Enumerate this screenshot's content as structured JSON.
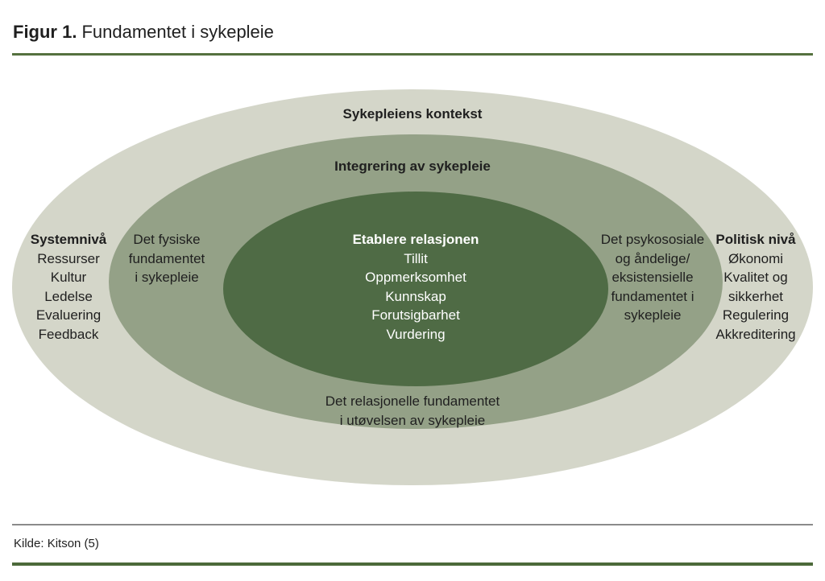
{
  "title": {
    "prefix": "Figur 1.",
    "rest": "Fundamentet i sykepleie"
  },
  "diagram": {
    "outer_label": "Sykepleiens kontekst",
    "middle_label": "Integrering av sykepleie",
    "inner": {
      "title": "Etablere relasjonen",
      "items": [
        "Tillit",
        "Oppmerksomhet",
        "Kunnskap",
        "Forutsigbarhet",
        "Vurdering"
      ]
    },
    "left_outer": {
      "title": "Systemnivå",
      "items": [
        "Ressurser",
        "Kultur",
        "Ledelse",
        "Evaluering",
        "Feedback"
      ]
    },
    "left_middle": {
      "lines": [
        "Det fysiske",
        "fundamentet",
        "i sykepleie"
      ]
    },
    "right_middle": {
      "lines": [
        "Det psykososiale",
        "og åndelige/",
        "eksistensielle",
        "fundamentet i",
        "sykepleie"
      ]
    },
    "right_outer": {
      "title": "Politisk nivå",
      "items": [
        "Økonomi",
        "Kvalitet og",
        "sikkerhet",
        "Regulering",
        "Akkreditering"
      ]
    },
    "bottom_label": {
      "lines": [
        "Det relasjonelle fundamentet",
        "i utøvelsen av sykepleie"
      ]
    }
  },
  "footer": {
    "source": "Kilde: Kitson (5)"
  },
  "colors": {
    "outer": "#d4d6c9",
    "middle": "#94a187",
    "inner": "#4f6b45",
    "accent_line": "#55713f",
    "accent_bar": "#4c6a3a",
    "divider": "#8a8a8a",
    "text": "#1f1f1f",
    "inner_text": "#ffffff"
  }
}
